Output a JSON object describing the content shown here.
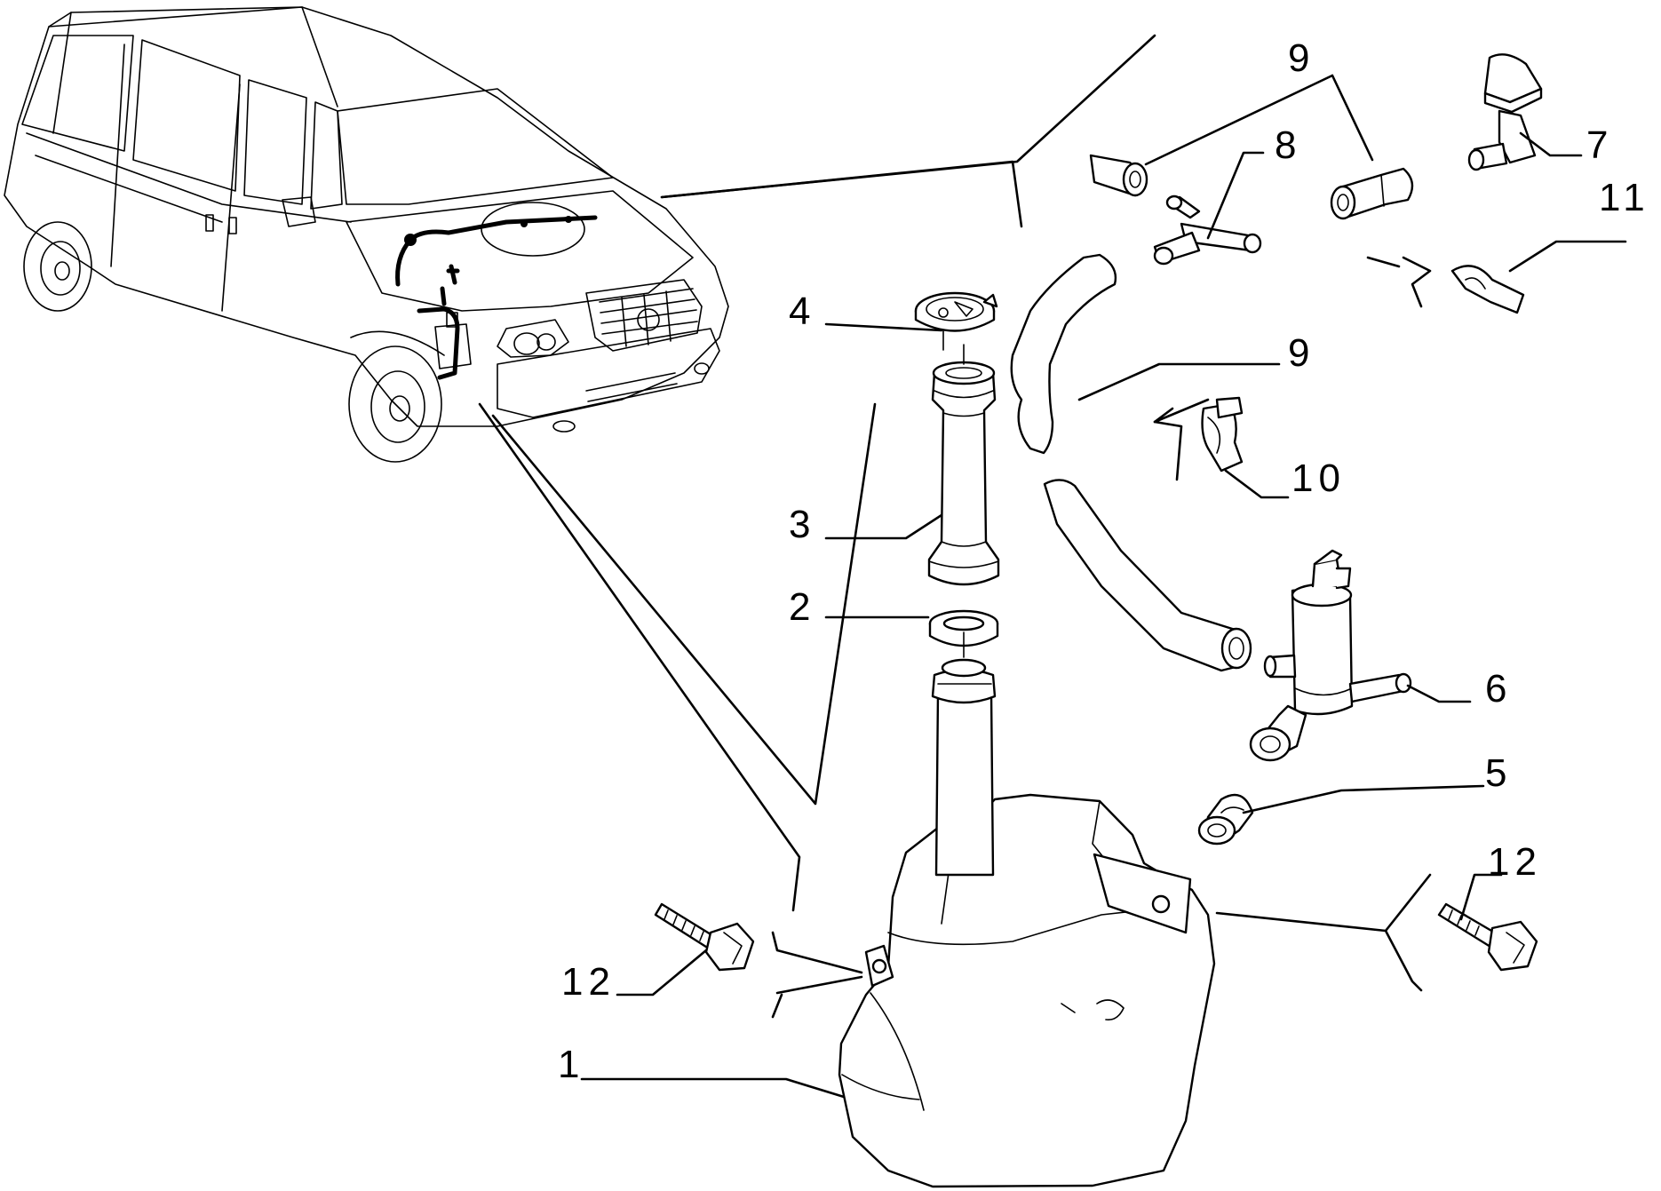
{
  "callouts": [
    {
      "id": "1",
      "label": "1"
    },
    {
      "id": "2",
      "label": "2"
    },
    {
      "id": "3",
      "label": "3"
    },
    {
      "id": "4",
      "label": "4"
    },
    {
      "id": "5",
      "label": "5"
    },
    {
      "id": "6",
      "label": "6"
    },
    {
      "id": "7",
      "label": "7"
    },
    {
      "id": "8",
      "label": "8"
    },
    {
      "id": "9a",
      "label": "9"
    },
    {
      "id": "9b",
      "label": "9"
    },
    {
      "id": "10",
      "label": "10"
    },
    {
      "id": "11",
      "label": "11"
    },
    {
      "id": "12a",
      "label": "12"
    },
    {
      "id": "12b",
      "label": "12"
    }
  ]
}
